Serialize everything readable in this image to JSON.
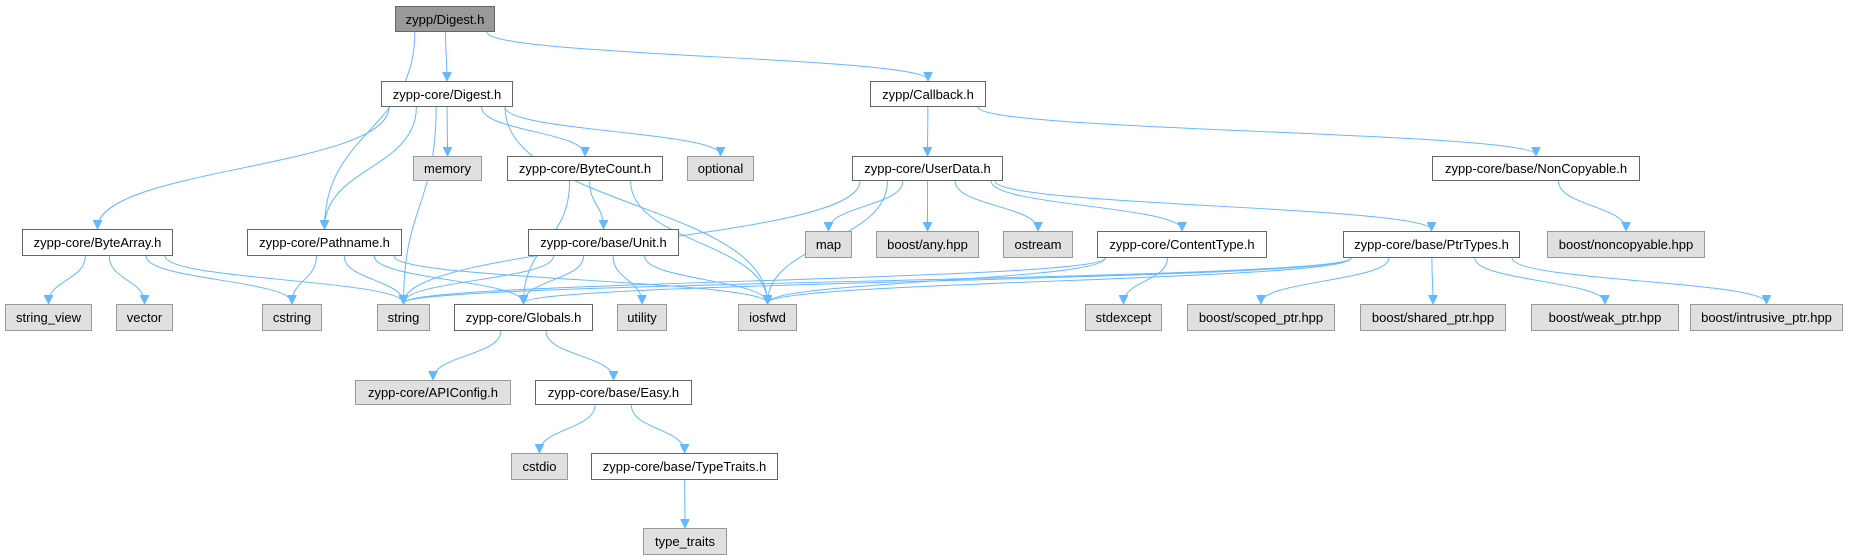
{
  "graph": {
    "title": "Include dependency graph for zypp/Digest.h",
    "colors": {
      "edge": "#63b8ff",
      "root_fill": "#999999",
      "local_fill": "#ffffff",
      "system_fill": "#e0e0e0"
    },
    "nodes": [
      {
        "id": "zypp_digest",
        "label": "zypp/Digest.h",
        "kind": "root"
      },
      {
        "id": "core_digest",
        "label": "zypp-core/Digest.h",
        "kind": "local"
      },
      {
        "id": "callback",
        "label": "zypp/Callback.h",
        "kind": "local"
      },
      {
        "id": "memory",
        "label": "memory",
        "kind": "system"
      },
      {
        "id": "bytecount",
        "label": "zypp-core/ByteCount.h",
        "kind": "local"
      },
      {
        "id": "optional",
        "label": "optional",
        "kind": "system"
      },
      {
        "id": "userdata",
        "label": "zypp-core/UserData.h",
        "kind": "local"
      },
      {
        "id": "noncopyable_h",
        "label": "zypp-core/base/NonCopyable.h",
        "kind": "local"
      },
      {
        "id": "bytearray",
        "label": "zypp-core/ByteArray.h",
        "kind": "local"
      },
      {
        "id": "pathname",
        "label": "zypp-core/Pathname.h",
        "kind": "local"
      },
      {
        "id": "unit",
        "label": "zypp-core/base/Unit.h",
        "kind": "local"
      },
      {
        "id": "map",
        "label": "map",
        "kind": "system"
      },
      {
        "id": "boost_any",
        "label": "boost/any.hpp",
        "kind": "system"
      },
      {
        "id": "ostream",
        "label": "ostream",
        "kind": "system"
      },
      {
        "id": "contenttype",
        "label": "zypp-core/ContentType.h",
        "kind": "local"
      },
      {
        "id": "ptrtypes",
        "label": "zypp-core/base/PtrTypes.h",
        "kind": "local"
      },
      {
        "id": "boost_noncopyable",
        "label": "boost/noncopyable.hpp",
        "kind": "system"
      },
      {
        "id": "string_view",
        "label": "string_view",
        "kind": "system"
      },
      {
        "id": "vector",
        "label": "vector",
        "kind": "system"
      },
      {
        "id": "cstring",
        "label": "cstring",
        "kind": "system"
      },
      {
        "id": "string",
        "label": "string",
        "kind": "system"
      },
      {
        "id": "globals",
        "label": "zypp-core/Globals.h",
        "kind": "local"
      },
      {
        "id": "utility",
        "label": "utility",
        "kind": "system"
      },
      {
        "id": "iosfwd",
        "label": "iosfwd",
        "kind": "system"
      },
      {
        "id": "stdexcept",
        "label": "stdexcept",
        "kind": "system"
      },
      {
        "id": "boost_scoped",
        "label": "boost/scoped_ptr.hpp",
        "kind": "system"
      },
      {
        "id": "boost_shared",
        "label": "boost/shared_ptr.hpp",
        "kind": "system"
      },
      {
        "id": "boost_weak",
        "label": "boost/weak_ptr.hpp",
        "kind": "system"
      },
      {
        "id": "boost_intrusive",
        "label": "boost/intrusive_ptr.hpp",
        "kind": "system"
      },
      {
        "id": "apiconfig",
        "label": "zypp-core/APIConfig.h",
        "kind": "system"
      },
      {
        "id": "easy",
        "label": "zypp-core/base/Easy.h",
        "kind": "local"
      },
      {
        "id": "cstdio",
        "label": "cstdio",
        "kind": "system"
      },
      {
        "id": "typetraits_h",
        "label": "zypp-core/base/TypeTraits.h",
        "kind": "local"
      },
      {
        "id": "type_traits",
        "label": "type_traits",
        "kind": "system"
      }
    ],
    "edges": [
      [
        "zypp_digest",
        "core_digest"
      ],
      [
        "zypp_digest",
        "callback"
      ],
      [
        "zypp_digest",
        "pathname"
      ],
      [
        "core_digest",
        "bytearray"
      ],
      [
        "core_digest",
        "pathname"
      ],
      [
        "core_digest",
        "string"
      ],
      [
        "core_digest",
        "memory"
      ],
      [
        "core_digest",
        "bytecount"
      ],
      [
        "core_digest",
        "optional"
      ],
      [
        "core_digest",
        "iosfwd"
      ],
      [
        "callback",
        "userdata"
      ],
      [
        "callback",
        "noncopyable_h"
      ],
      [
        "bytearray",
        "string_view"
      ],
      [
        "bytearray",
        "vector"
      ],
      [
        "bytearray",
        "cstring"
      ],
      [
        "bytearray",
        "string"
      ],
      [
        "pathname",
        "cstring"
      ],
      [
        "pathname",
        "string"
      ],
      [
        "pathname",
        "globals"
      ],
      [
        "pathname",
        "iosfwd"
      ],
      [
        "bytecount",
        "unit"
      ],
      [
        "bytecount",
        "globals"
      ],
      [
        "bytecount",
        "iosfwd"
      ],
      [
        "unit",
        "string"
      ],
      [
        "unit",
        "globals"
      ],
      [
        "unit",
        "utility"
      ],
      [
        "unit",
        "iosfwd"
      ],
      [
        "userdata",
        "string"
      ],
      [
        "userdata",
        "iosfwd"
      ],
      [
        "userdata",
        "map"
      ],
      [
        "userdata",
        "boost_any"
      ],
      [
        "userdata",
        "ostream"
      ],
      [
        "userdata",
        "contenttype"
      ],
      [
        "userdata",
        "ptrtypes"
      ],
      [
        "contenttype",
        "string"
      ],
      [
        "contenttype",
        "iosfwd"
      ],
      [
        "contenttype",
        "stdexcept"
      ],
      [
        "ptrtypes",
        "string"
      ],
      [
        "ptrtypes",
        "globals"
      ],
      [
        "ptrtypes",
        "iosfwd"
      ],
      [
        "ptrtypes",
        "boost_scoped"
      ],
      [
        "ptrtypes",
        "boost_shared"
      ],
      [
        "ptrtypes",
        "boost_weak"
      ],
      [
        "ptrtypes",
        "boost_intrusive"
      ],
      [
        "noncopyable_h",
        "boost_noncopyable"
      ],
      [
        "globals",
        "apiconfig"
      ],
      [
        "globals",
        "easy"
      ],
      [
        "easy",
        "cstdio"
      ],
      [
        "easy",
        "typetraits_h"
      ],
      [
        "typetraits_h",
        "type_traits"
      ]
    ]
  }
}
